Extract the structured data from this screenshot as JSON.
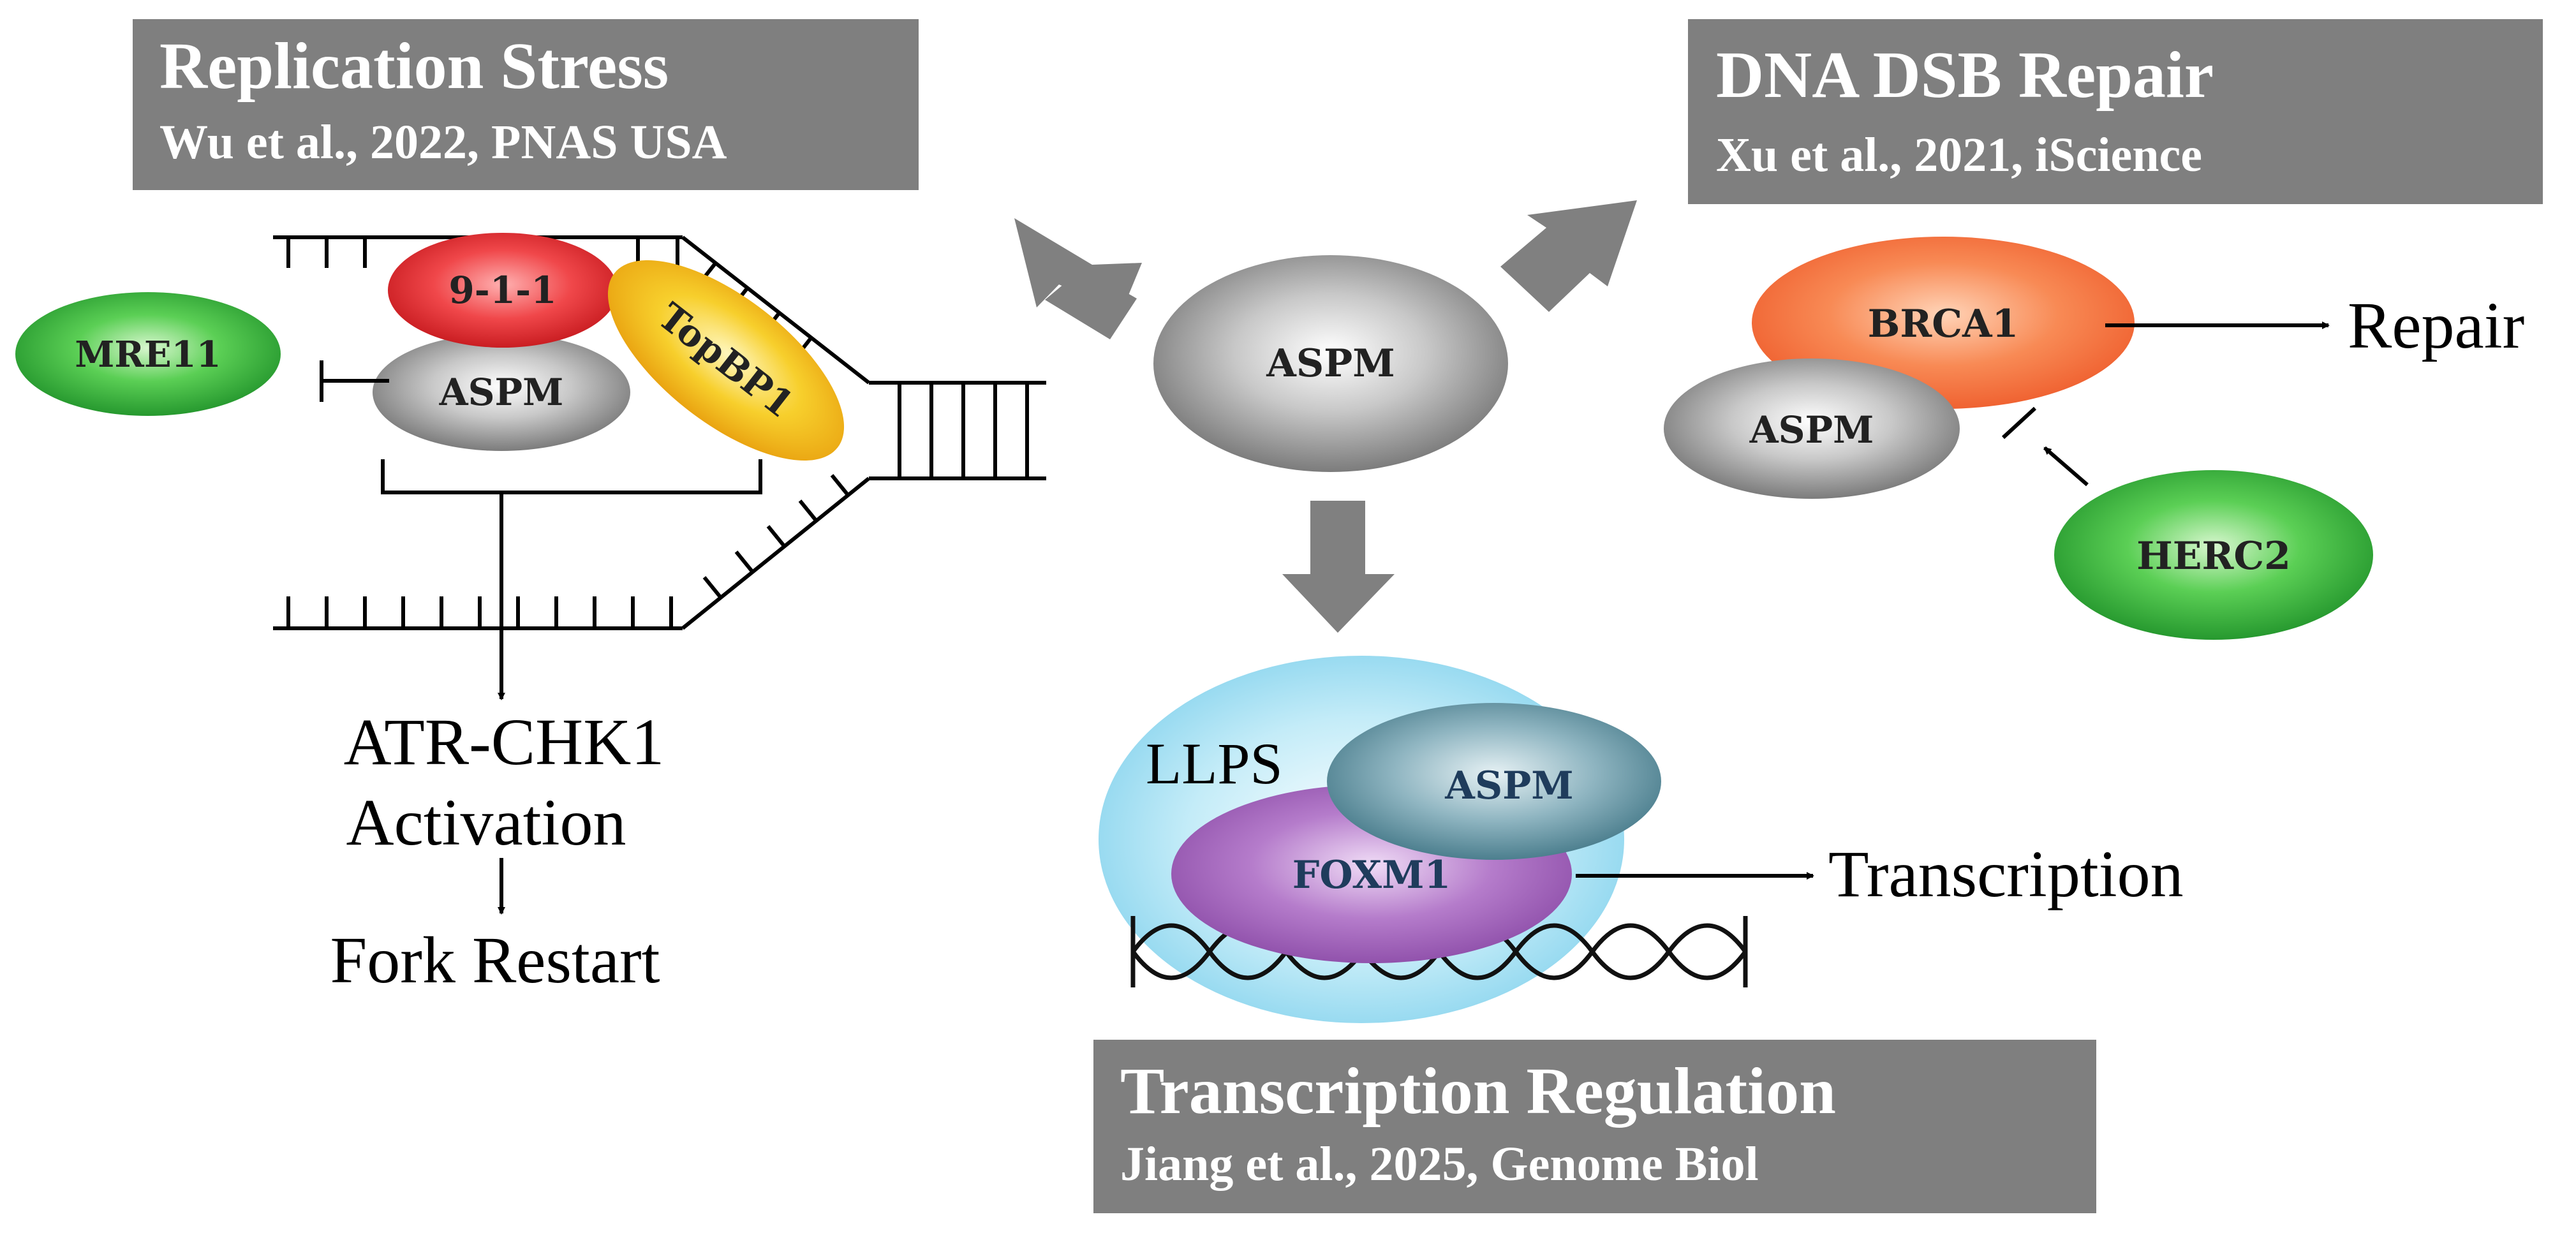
{
  "sections": {
    "replication": {
      "title": "Replication Stress",
      "citation": "Wu et al., 2022, PNAS USA",
      "proteins": {
        "mre11": "MRE11",
        "nine_one_one": "9-1-1",
        "aspm": "ASPM",
        "topbp1": "TopBP1"
      },
      "outcome_1": "ATR-CHK1",
      "outcome_2": "Activation",
      "outcome_3": "Fork Restart"
    },
    "dsb": {
      "title": "DNA DSB Repair",
      "citation": "Xu et al., 2021, iScience",
      "proteins": {
        "brca1": "BRCA1",
        "aspm": "ASPM",
        "herc2": "HERC2"
      },
      "outcome": "Repair"
    },
    "center": {
      "aspm": "ASPM"
    },
    "transcription": {
      "title": "Transcription Regulation",
      "citation": "Jiang et al., 2025, Genome Biol",
      "llps": "LLPS",
      "proteins": {
        "aspm": "ASPM",
        "foxm1": "FOXM1"
      },
      "outcome": "Transcription"
    }
  },
  "colors": {
    "title_box": "#7f7f7f",
    "title_text": "#ffffff",
    "gray_protein": "#8c8c8c",
    "red_protein": "#e0262c",
    "yellow_protein": "#f4b41a",
    "green_protein": "#2ea535",
    "orange_protein": "#f2703c",
    "teal_protein": "#4f8a9a",
    "purple_protein": "#9b5bb6",
    "llps_cyan": "#8fd6ee",
    "arrow_gray": "#808080"
  }
}
